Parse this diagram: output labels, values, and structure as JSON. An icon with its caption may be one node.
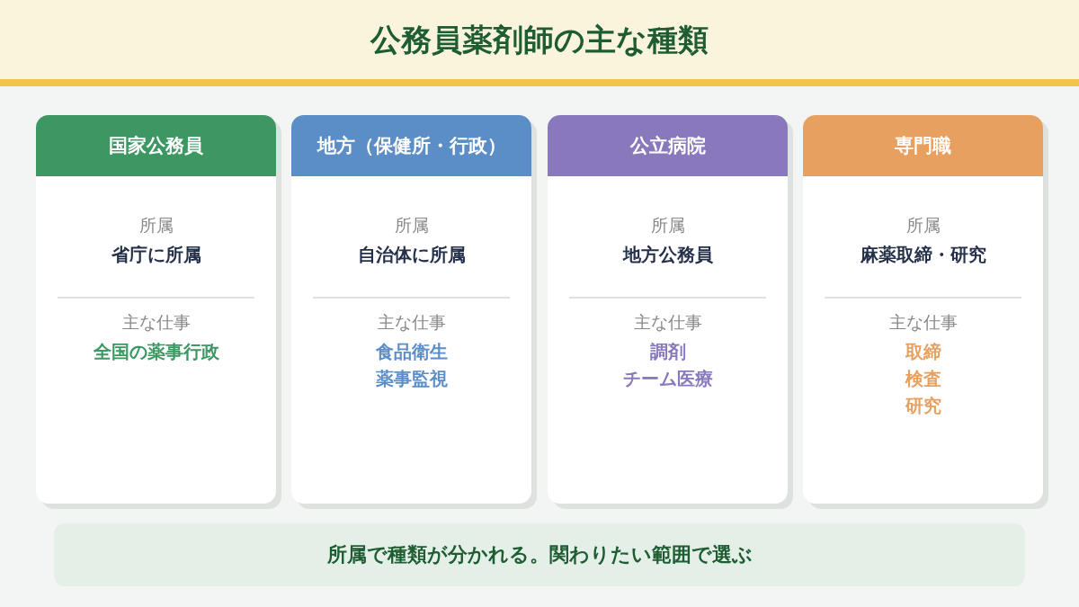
{
  "diagram": {
    "title": "公務員薬剤師の主な種類",
    "nodes": [
      {
        "text": [
          "国家公務員",
          "所属",
          "省庁に所属",
          "主な仕事",
          "全国の薬事行政"
        ]
      },
      {
        "text": [
          "地方（保健所・行政）",
          "所属",
          "自治体に所属",
          "主な仕事",
          "食品衛生",
          "薬事監視"
        ]
      },
      {
        "text": [
          "公立病院",
          "所属",
          "地方公務員",
          "主な仕事",
          "調剤",
          "チーム医療"
        ]
      },
      {
        "text": [
          "専門職",
          "所属",
          "麻薬取締・研究",
          "主な仕事",
          "取締",
          "検査",
          "研究"
        ]
      },
      {
        "text": [
          "所属で種類が分かれる。関わりたい範囲で選ぶ"
        ]
      }
    ]
  }
}
